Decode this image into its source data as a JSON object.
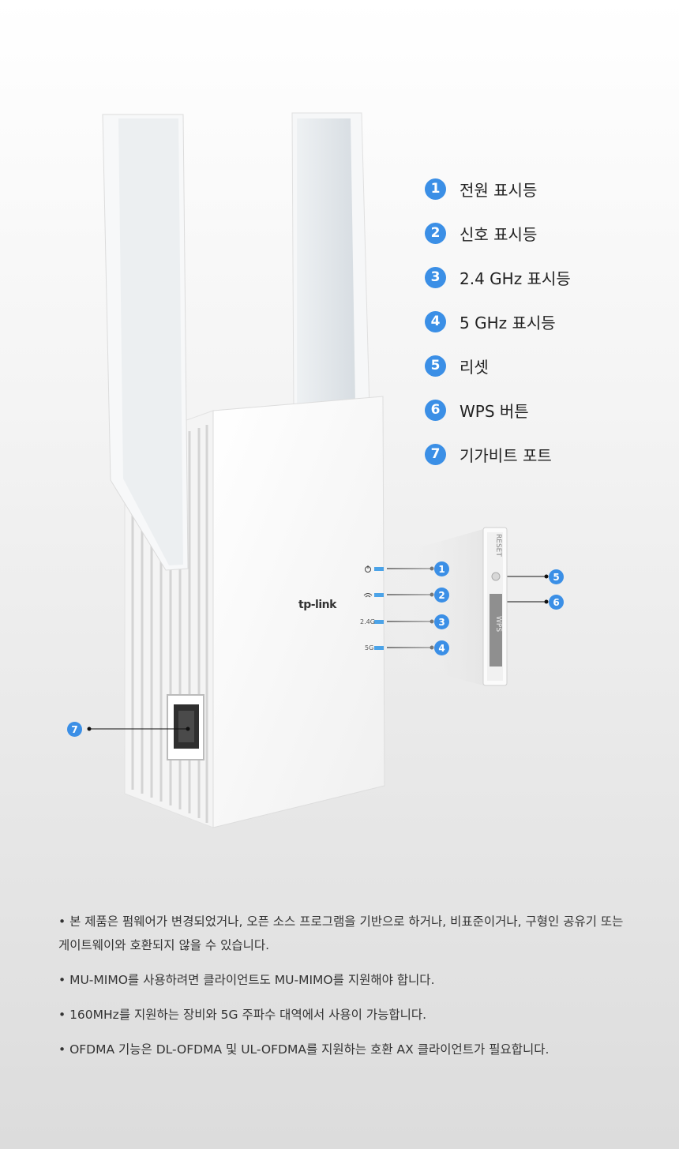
{
  "legend": {
    "items": [
      {
        "number": "1",
        "label": "전원 표시등"
      },
      {
        "number": "2",
        "label": "신호 표시등"
      },
      {
        "number": "3",
        "label": "2.4 GHz 표시등"
      },
      {
        "number": "4",
        "label": "5 GHz 표시등"
      },
      {
        "number": "5",
        "label": "리셋"
      },
      {
        "number": "6",
        "label": "WPS 버튼"
      },
      {
        "number": "7",
        "label": "기가비트 포트"
      }
    ]
  },
  "device": {
    "brand": "tp-link",
    "led_labels": {
      "band24": "2.4G",
      "band5": "5G"
    },
    "side_labels": {
      "reset": "RESET",
      "wps": "WPS"
    }
  },
  "colors": {
    "accent": "#3b8fe6",
    "led": "#4ba3e8"
  },
  "notes": [
    "•  본 제품은 펌웨어가 변경되었거나, 오픈 소스 프로그램을 기반으로 하거나, 비표준이거나, 구형인 공유기 또는 게이트웨이와 호환되지 않을 수 있습니다.",
    "•  MU-MIMO를 사용하려면 클라이언트도 MU-MIMO를 지원해야 합니다.",
    "•  160MHz를 지원하는 장비와 5G 주파수 대역에서 사용이 가능합니다.",
    "•  OFDMA 기능은 DL-OFDMA 및 UL-OFDMA를 지원하는 호환 AX 클라이언트가 필요합니다."
  ]
}
